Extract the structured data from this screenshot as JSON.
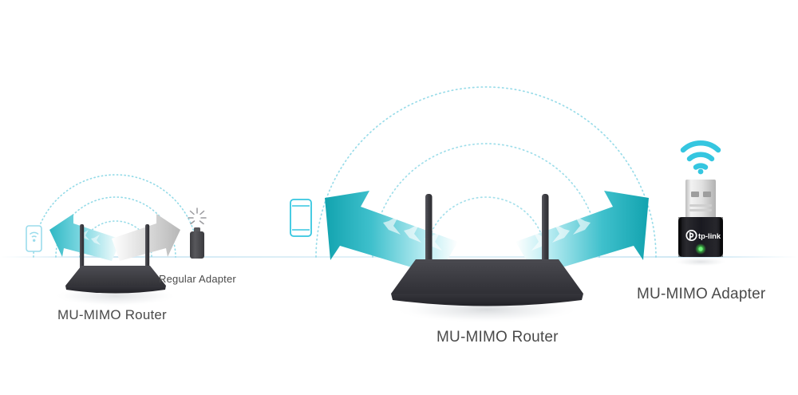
{
  "scene": {
    "background_color": "#ffffff",
    "horizon_color": "#d6eaf4"
  },
  "labels": {
    "left_router": "MU-MIMO Router",
    "regular_adapter": "Regular Adapter",
    "center_router": "MU-MIMO Router",
    "mumimo_adapter": "MU-MIMO Adapter"
  },
  "colors": {
    "teal": "#16a6b0",
    "teal_light": "#5fcfd8",
    "cyan": "#35c6e0",
    "cyan_pale": "#9bdcec",
    "router_dark": "#3b3b40",
    "router_darker": "#2b2b30",
    "gray_arrow": "#c9c9c9",
    "adapter_body": "#1b1b1f",
    "usb_metal": "#e3e3e3",
    "led_green": "#3fbf46",
    "text": "#4a4a4a",
    "dotted_arc": "#7fd3e3"
  },
  "brand": {
    "name": "tp-link",
    "logo_icon": "tp-link-logo-icon"
  },
  "devices": {
    "left_phone": {
      "icon": "wifi-phone-icon",
      "color": "#9bdcec"
    },
    "center_phone": {
      "icon": "smartphone-outline-icon",
      "color": "#35c6e0"
    },
    "regular_adapter": {
      "icon": "usb-stick-icon",
      "badge": "weak-signal-burst-icon"
    },
    "mumimo_adapter": {
      "icon": "usb-wifi-adapter-icon",
      "badge": "wifi-signal-icon"
    }
  },
  "left_scene": {
    "arc_count": 3,
    "arrow_left": {
      "name": "teal-signal-arrow",
      "direction": "left",
      "color": "#35c6e0"
    },
    "arrow_right": {
      "name": "gray-signal-arrow",
      "direction": "right",
      "color": "#c9c9c9"
    }
  },
  "center_scene": {
    "arc_count": 3,
    "arrow_left": {
      "name": "teal-signal-arrow-left",
      "direction": "left",
      "color": "#16a6b0"
    },
    "arrow_right": {
      "name": "teal-signal-arrow-right",
      "direction": "right",
      "color": "#16a6b0"
    }
  }
}
